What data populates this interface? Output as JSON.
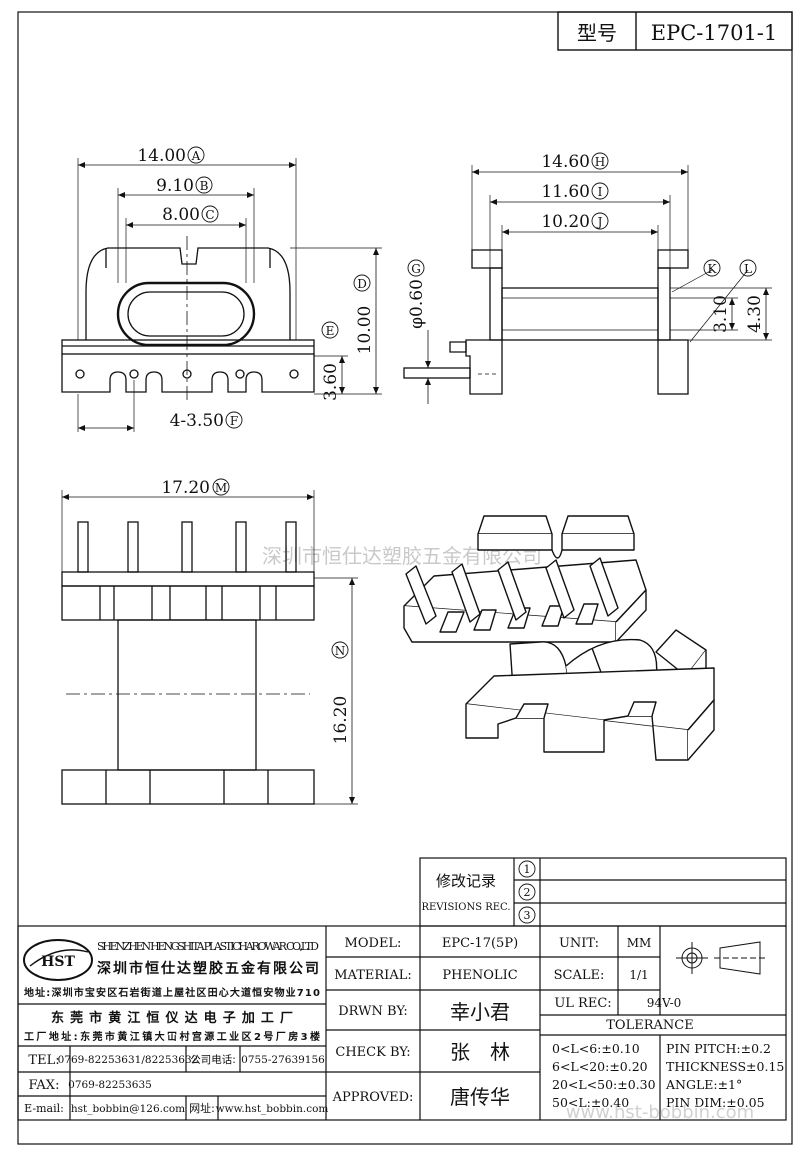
{
  "header": {
    "model_label": "型号",
    "model_value": "EPC-1701-1"
  },
  "front_view": {
    "dim_a": "14.00",
    "dim_a_tag": "A",
    "dim_b": "9.10",
    "dim_b_tag": "B",
    "dim_c": "8.00",
    "dim_c_tag": "C",
    "dim_d": "10.00",
    "dim_d_tag": "D",
    "dim_e": "3.60",
    "dim_e_tag": "E",
    "dim_f": "4-3.50",
    "dim_f_tag": "F"
  },
  "side_view": {
    "dim_g": "φ0.60",
    "dim_g_tag": "G",
    "dim_h": "14.60",
    "dim_h_tag": "H",
    "dim_i": "11.60",
    "dim_i_tag": "I",
    "dim_j": "10.20",
    "dim_j_tag": "J",
    "dim_k": "3.10",
    "dim_k_tag": "K",
    "dim_l": "4.30",
    "dim_l_tag": "L"
  },
  "bottom_view": {
    "dim_m": "17.20",
    "dim_m_tag": "M",
    "dim_n": "16.20",
    "dim_n_tag": "N"
  },
  "watermark": {
    "center": "深圳市恒仕达塑胶五金有限公司",
    "bottom": "www.hst-bobbin.com"
  },
  "revisions": {
    "title_cn": "修改记录",
    "title_en": "REVISIONS REC.",
    "rows": [
      "1",
      "2",
      "3"
    ]
  },
  "company": {
    "logo": "HST",
    "name_en": "SHENZHEN HENGSHITA PLASTICHAROWAR CO.,LTD",
    "name_cn": "深圳市恒仕达塑胶五金有限公司",
    "address": "地址:深圳市宝安区石岩街道上屋社区田心大道恒安物业710",
    "factory_name": "东莞市黄江恒仪达电子加工厂",
    "factory_address": "工厂地址:东莞市黄江镇大冚村宫源工业区2号厂房3楼",
    "tel_label": "TEL:",
    "tel": "0769-82253631/82253632",
    "company_phone_label": "公司电话:",
    "company_phone": "0755-27639156",
    "fax_label": "FAX:",
    "fax": "0769-82253635",
    "email_label": "E-mail:",
    "email": "hst_bobbin@126.com",
    "web_label": "网址:",
    "web": "www.hst_bobbin.com"
  },
  "spec": {
    "model_label": "MODEL:",
    "model": "EPC-17(5P)",
    "unit_label": "UNIT:",
    "unit": "MM",
    "material_label": "MATERIAL:",
    "material": "PHENOLIC",
    "scale_label": "SCALE:",
    "scale": "1/1",
    "drawn_label": "DRWN BY:",
    "drawn": "幸小君",
    "ul_label": "UL REC:",
    "ul": "94V-0",
    "tolerance_label": "TOLERANCE",
    "check_label": "CHECK BY:",
    "check": "张　林",
    "approved_label": "APPROVED:",
    "approved": "唐传华",
    "tol_1": "0<L<6:±0.10",
    "tol_2": "6<L<20:±0.20",
    "tol_3": "20<L<50:±0.30",
    "tol_4": "50<L:±0.40",
    "tol_5": "PIN PITCH:±0.2",
    "tol_6": "THICKNESS±0.15",
    "tol_7": "ANGLE:±1°",
    "tol_8": "PIN DIM:±0.05"
  }
}
